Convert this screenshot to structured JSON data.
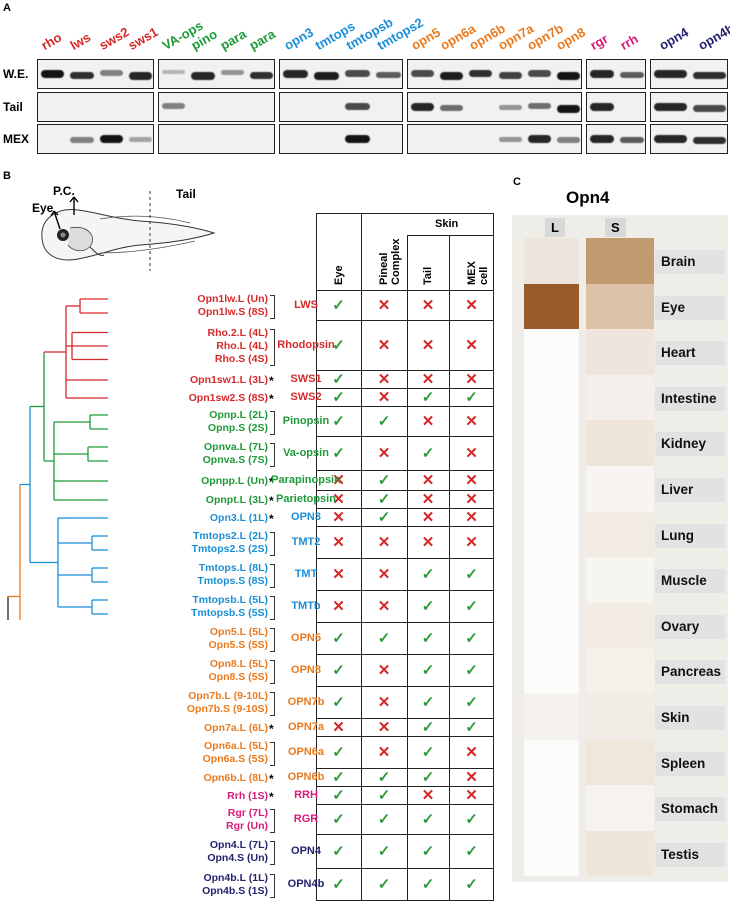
{
  "panel_a": {
    "letter": "A",
    "rows": [
      "W.E.",
      "Tail",
      "MEX"
    ],
    "gene_groups": [
      {
        "genes": [
          {
            "name": "rho",
            "color": "#d62a2a"
          },
          {
            "name": "lws",
            "color": "#d62a2a"
          },
          {
            "name": "sws2",
            "color": "#d62a2a"
          },
          {
            "name": "sws1",
            "color": "#d62a2a"
          }
        ]
      },
      {
        "genes": [
          {
            "name": "VA-ops",
            "color": "#1f9a3a"
          },
          {
            "name": "pino",
            "color": "#1f9a3a"
          },
          {
            "name": "para",
            "color": "#1f9a3a"
          },
          {
            "name": "para",
            "color": "#1f9a3a"
          }
        ]
      },
      {
        "genes": [
          {
            "name": "opn3",
            "color": "#1b8fd6"
          },
          {
            "name": "tmtops",
            "color": "#1b8fd6"
          },
          {
            "name": "tmtopsb",
            "color": "#1b8fd6"
          },
          {
            "name": "tmtops2",
            "color": "#1b8fd6"
          }
        ]
      },
      {
        "genes": [
          {
            "name": "opn5",
            "color": "#ea7a1e"
          },
          {
            "name": "opn6a",
            "color": "#ea7a1e"
          },
          {
            "name": "opn6b",
            "color": "#ea7a1e"
          },
          {
            "name": "opn7a",
            "color": "#ea7a1e"
          },
          {
            "name": "opn7b",
            "color": "#ea7a1e"
          },
          {
            "name": "opn8",
            "color": "#ea7a1e"
          }
        ]
      },
      {
        "genes": [
          {
            "name": "rgr",
            "color": "#d81b7a"
          },
          {
            "name": "rrh",
            "color": "#d81b7a"
          }
        ]
      },
      {
        "genes": [
          {
            "name": "opn4",
            "color": "#23236e"
          },
          {
            "name": "opn4b",
            "color": "#23236e"
          }
        ]
      }
    ]
  },
  "panel_b": {
    "letter": "B",
    "tadpole_labels": {
      "eye": "Eye",
      "pc": "P.C.",
      "tail": "Tail"
    },
    "headers": {
      "skin": "Skin",
      "cols": [
        "Eye",
        "Pineal Complex",
        "Tail",
        "MEX cell"
      ]
    },
    "rows": [
      {
        "species": [
          "Opn1lw.L (Un)",
          "Opn1lw.S (8S)"
        ],
        "family": "LWS",
        "star": "",
        "color": "#d62a2a",
        "marks": [
          "c",
          "x",
          "x",
          "x"
        ]
      },
      {
        "species": [
          "Rho.2.L (4L)",
          "Rho.L (4L)",
          "Rho.S (4S)"
        ],
        "family": "Rhodopsin",
        "star": "",
        "color": "#d62a2a",
        "marks": [
          "c",
          "x",
          "x",
          "x"
        ]
      },
      {
        "species": [
          "Opn1sw1.L (3L)"
        ],
        "family": "SWS1",
        "star": "*",
        "color": "#d62a2a",
        "marks": [
          "c",
          "x",
          "x",
          "x"
        ]
      },
      {
        "species": [
          "Opn1sw2.S (8S)"
        ],
        "family": "SWS2",
        "star": "*",
        "color": "#d62a2a",
        "marks": [
          "c",
          "x",
          "c",
          "c"
        ]
      },
      {
        "species": [
          "Opnp.L (2L)",
          "Opnp.S (2S)"
        ],
        "family": "Pinopsin",
        "star": "",
        "color": "#1f9a3a",
        "marks": [
          "c",
          "c",
          "x",
          "x"
        ]
      },
      {
        "species": [
          "Opnva.L (7L)",
          "Opnva.S (7S)"
        ],
        "family": "Va-opsin",
        "star": "",
        "color": "#1f9a3a",
        "marks": [
          "c",
          "x",
          "c",
          "x"
        ]
      },
      {
        "species": [
          "Opnpp.L (Un)"
        ],
        "family": "Parapinopsin",
        "star": "*",
        "color": "#1f9a3a",
        "marks": [
          "x",
          "c",
          "x",
          "x"
        ]
      },
      {
        "species": [
          "Opnpt.L (3L)"
        ],
        "family": "Parietopsin",
        "star": "*",
        "color": "#1f9a3a",
        "marks": [
          "x",
          "c",
          "x",
          "x"
        ]
      },
      {
        "species": [
          "Opn3.L (1L)"
        ],
        "family": "OPN3",
        "star": "*",
        "color": "#1b8fd6",
        "marks": [
          "x",
          "c",
          "x",
          "x"
        ]
      },
      {
        "species": [
          "Tmtops2.L (2L)",
          "Tmtops2.S (2S)"
        ],
        "family": "TMT2",
        "star": "",
        "color": "#1b8fd6",
        "marks": [
          "x",
          "x",
          "x",
          "x"
        ]
      },
      {
        "species": [
          "Tmtops.L (8L)",
          "Tmtops.S (8S)"
        ],
        "family": "TMT",
        "star": "",
        "color": "#1b8fd6",
        "marks": [
          "x",
          "x",
          "c",
          "c"
        ]
      },
      {
        "species": [
          "Tmtopsb.L (5L)",
          "Tmtopsb.S (5S)"
        ],
        "family": "TMTb",
        "star": "",
        "color": "#1b8fd6",
        "marks": [
          "x",
          "x",
          "c",
          "c"
        ]
      },
      {
        "species": [
          "Opn5.L (5L)",
          "Opn5.S (5S)"
        ],
        "family": "OPN5",
        "star": "",
        "color": "#ea7a1e",
        "marks": [
          "c",
          "c",
          "c",
          "c"
        ]
      },
      {
        "species": [
          "Opn8.L (5L)",
          "Opn8.S (5S)"
        ],
        "family": "OPN8",
        "star": "",
        "color": "#ea7a1e",
        "marks": [
          "c",
          "x",
          "c",
          "c"
        ]
      },
      {
        "species": [
          "Opn7b.L (9-10L)",
          "Opn7b.S (9-10S)"
        ],
        "family": "OPN7b",
        "star": "",
        "color": "#ea7a1e",
        "marks": [
          "c",
          "x",
          "c",
          "c"
        ]
      },
      {
        "species": [
          "Opn7a.L (6L)"
        ],
        "family": "OPN7a",
        "star": "*",
        "color": "#ea7a1e",
        "marks": [
          "x",
          "x",
          "c",
          "c"
        ]
      },
      {
        "species": [
          "Opn6a.L (5L)",
          "Opn6a.S (5S)"
        ],
        "family": "OPN6a",
        "star": "",
        "color": "#ea7a1e",
        "marks": [
          "c",
          "x",
          "c",
          "x"
        ]
      },
      {
        "species": [
          "Opn6b.L (8L)"
        ],
        "family": "OPN6b",
        "star": "*",
        "color": "#ea7a1e",
        "marks": [
          "c",
          "c",
          "c",
          "x"
        ]
      },
      {
        "species": [
          "Rrh (1S)"
        ],
        "family": "RRH",
        "star": "*",
        "color": "#d81b7a",
        "marks": [
          "c",
          "c",
          "x",
          "x"
        ]
      },
      {
        "species": [
          "Rgr (7L)",
          "Rgr (Un)"
        ],
        "family": "RGR",
        "star": "",
        "color": "#d81b7a",
        "marks": [
          "c",
          "c",
          "c",
          "c"
        ]
      },
      {
        "species": [
          "Opn4.L (7L)",
          "Opn4.S (Un)"
        ],
        "family": "OPN4",
        "star": "",
        "color": "#23236e",
        "marks": [
          "c",
          "c",
          "c",
          "c"
        ]
      },
      {
        "species": [
          "Opn4b.L (1L)",
          "Opn4b.S (1S)"
        ],
        "family": "OPN4b",
        "star": "",
        "color": "#23236e",
        "marks": [
          "c",
          "c",
          "c",
          "c"
        ]
      }
    ],
    "check_glyph": "✓",
    "cross_glyph": "✕"
  },
  "panel_c": {
    "letter": "C",
    "title": "Opn4",
    "col_labels": [
      "L",
      "S"
    ],
    "tissues": [
      {
        "name": "Brain",
        "L": "#ebe5dc",
        "S": "#c29a70"
      },
      {
        "name": "Eye",
        "L": "#9a5b2c",
        "S": "#dcc3a8"
      },
      {
        "name": "Heart",
        "L": "#fbfbfa",
        "S": "#efe5dc"
      },
      {
        "name": "Intestine",
        "L": "#fbfbfa",
        "S": "#f4efea"
      },
      {
        "name": "Kidney",
        "L": "#fbfbfa",
        "S": "#efe5da"
      },
      {
        "name": "Liver",
        "L": "#fbfbfa",
        "S": "#f7f4f1"
      },
      {
        "name": "Lung",
        "L": "#fbfbfa",
        "S": "#f2ebe4"
      },
      {
        "name": "Muscle",
        "L": "#fbfbfa",
        "S": "#f7f5f2"
      },
      {
        "name": "Ovary",
        "L": "#fbfbfa",
        "S": "#f3ece4"
      },
      {
        "name": "Pancreas",
        "L": "#fbfbfa",
        "S": "#f5f0ea"
      },
      {
        "name": "Skin",
        "L": "#f4f1ee",
        "S": "#f2ece6"
      },
      {
        "name": "Spleen",
        "L": "#fbfbfa",
        "S": "#efe6dc"
      },
      {
        "name": "Stomach",
        "L": "#fbfbfa",
        "S": "#f6f2ee"
      },
      {
        "name": "Testis",
        "L": "#fbfbfa",
        "S": "#efe5d9"
      }
    ]
  }
}
